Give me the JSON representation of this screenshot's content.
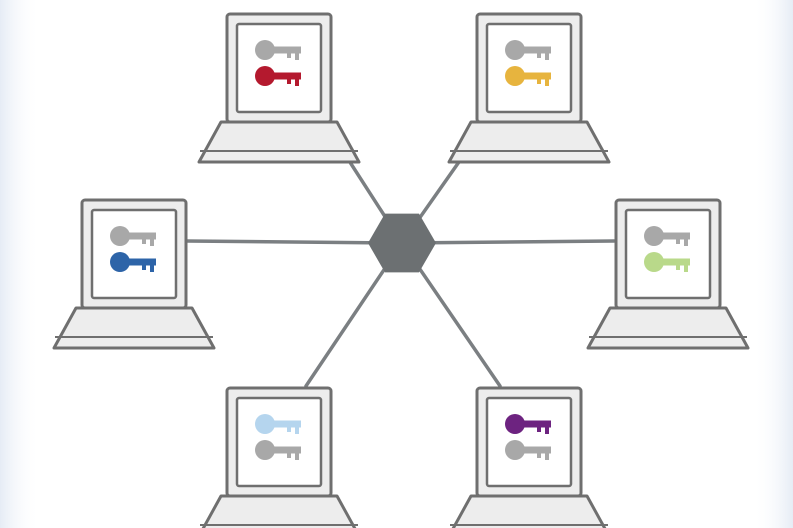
{
  "colors": {
    "background": "#ffffff",
    "edge_shade": "#eef2f8",
    "link_line": "#7b7f82",
    "hub": "#6c7072",
    "laptop_fill": "#ededed",
    "laptop_outline": "#6f6f6f",
    "screen_fill": "#ffffff",
    "shared_key": "#a8a8a8"
  },
  "hub": {
    "shape": "hexagon",
    "icon": "network-hub-icon"
  },
  "laptops": [
    {
      "id": "top-left",
      "icon": "laptop-icon",
      "key_color": "#b4192e",
      "colored_key_position": "bottom"
    },
    {
      "id": "top-right",
      "icon": "laptop-icon",
      "key_color": "#e7b43e",
      "colored_key_position": "bottom"
    },
    {
      "id": "left",
      "icon": "laptop-icon",
      "key_color": "#2d64a8",
      "colored_key_position": "bottom"
    },
    {
      "id": "right",
      "icon": "laptop-icon",
      "key_color": "#b9d98a",
      "colored_key_position": "bottom"
    },
    {
      "id": "bottom-left",
      "icon": "laptop-icon",
      "key_color": "#b5d5ee",
      "colored_key_position": "top"
    },
    {
      "id": "bottom-right",
      "icon": "laptop-icon",
      "key_color": "#6d2380",
      "colored_key_position": "top"
    }
  ]
}
